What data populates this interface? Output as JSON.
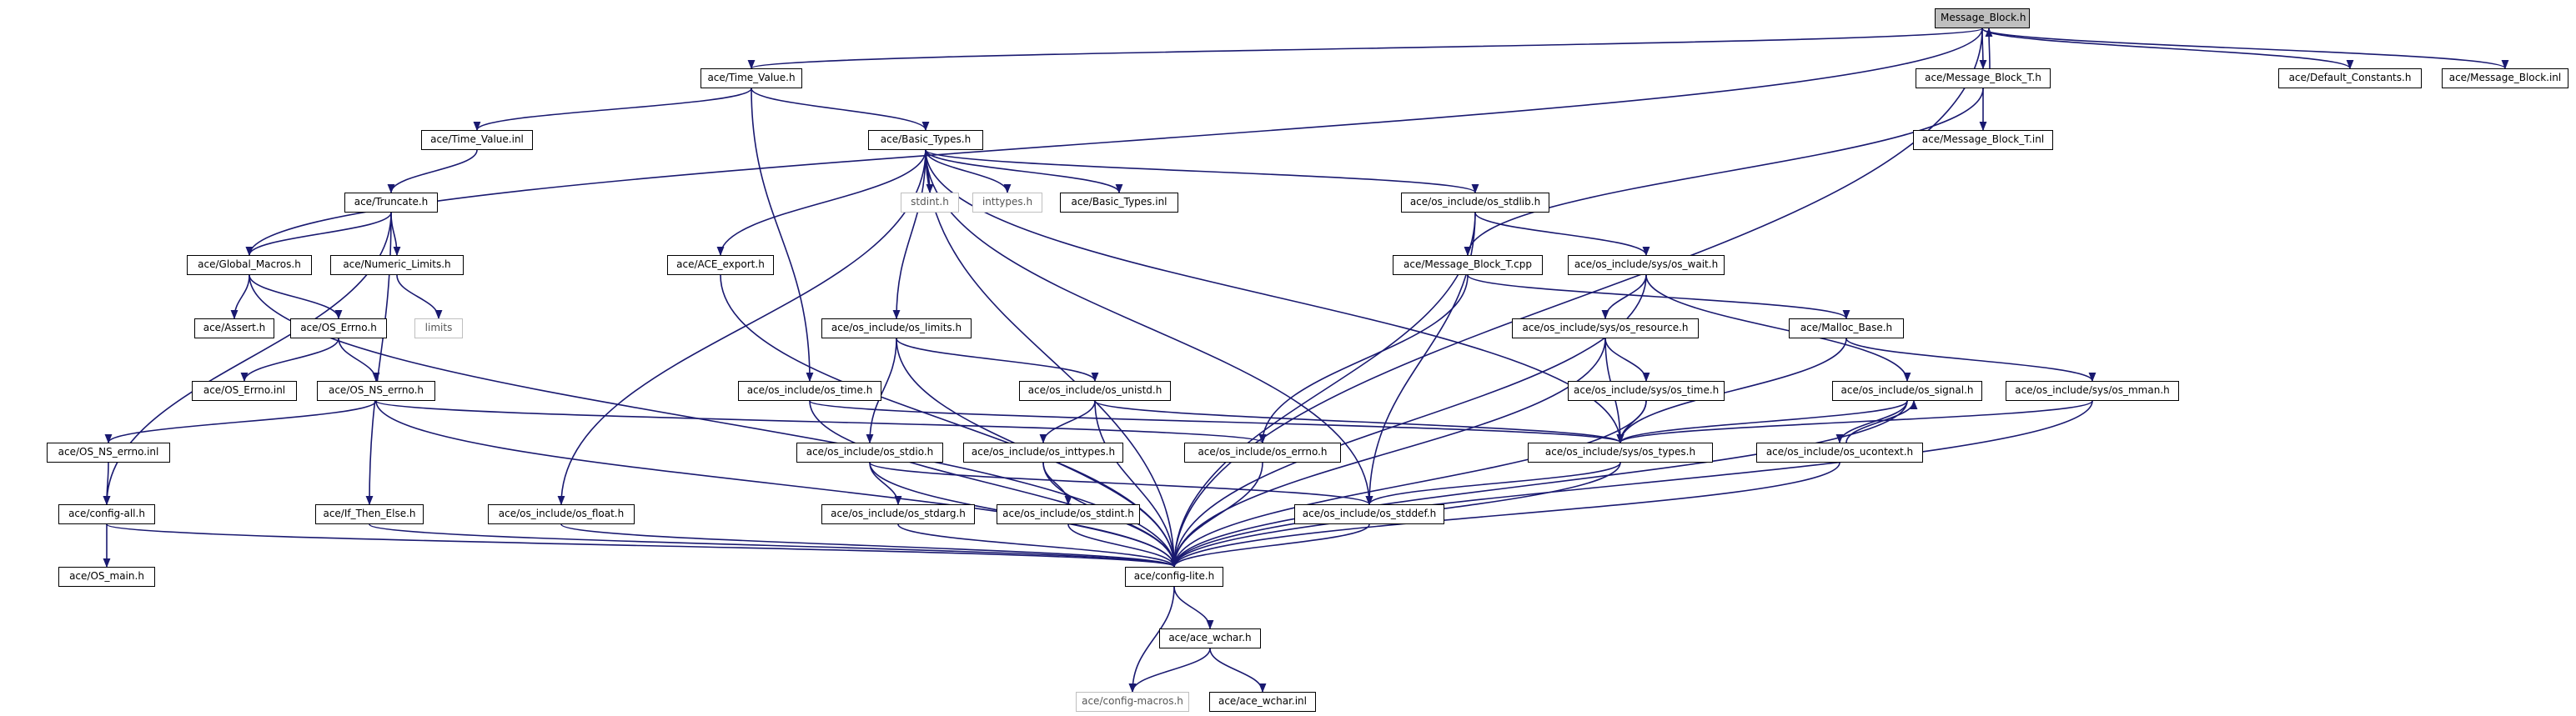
{
  "graph": {
    "root": "Message_Block.h",
    "nodes": [
      {
        "id": "message_block_h",
        "label": "Message_Block.h",
        "kind": "root"
      },
      {
        "id": "time_value_h",
        "label": "ace/Time_Value.h",
        "kind": "file"
      },
      {
        "id": "message_block_t_h",
        "label": "ace/Message_Block_T.h",
        "kind": "file"
      },
      {
        "id": "default_constants_h",
        "label": "ace/Default_Constants.h",
        "kind": "file"
      },
      {
        "id": "message_block_inl",
        "label": "ace/Message_Block.inl",
        "kind": "file"
      },
      {
        "id": "time_value_inl",
        "label": "ace/Time_Value.inl",
        "kind": "file"
      },
      {
        "id": "basic_types_h",
        "label": "ace/Basic_Types.h",
        "kind": "file"
      },
      {
        "id": "message_block_t_inl",
        "label": "ace/Message_Block_T.inl",
        "kind": "file"
      },
      {
        "id": "truncate_h",
        "label": "ace/Truncate.h",
        "kind": "file"
      },
      {
        "id": "stdint_h",
        "label": "stdint.h",
        "kind": "missing"
      },
      {
        "id": "inttypes_h",
        "label": "inttypes.h",
        "kind": "missing"
      },
      {
        "id": "basic_types_inl",
        "label": "ace/Basic_Types.inl",
        "kind": "file"
      },
      {
        "id": "os_stdlib_h",
        "label": "ace/os_include/os_stdlib.h",
        "kind": "file"
      },
      {
        "id": "global_macros_h",
        "label": "ace/Global_Macros.h",
        "kind": "file"
      },
      {
        "id": "numeric_limits_h",
        "label": "ace/Numeric_Limits.h",
        "kind": "file"
      },
      {
        "id": "ace_export_h",
        "label": "ace/ACE_export.h",
        "kind": "file"
      },
      {
        "id": "message_block_t_cpp",
        "label": "ace/Message_Block_T.cpp",
        "kind": "file"
      },
      {
        "id": "os_wait_h",
        "label": "ace/os_include/sys/os_wait.h",
        "kind": "file"
      },
      {
        "id": "assert_h",
        "label": "ace/Assert.h",
        "kind": "file"
      },
      {
        "id": "os_errno_h_ace",
        "label": "ace/OS_Errno.h",
        "kind": "file"
      },
      {
        "id": "limits",
        "label": "limits",
        "kind": "missing"
      },
      {
        "id": "os_limits_h",
        "label": "ace/os_include/os_limits.h",
        "kind": "file"
      },
      {
        "id": "os_resource_h",
        "label": "ace/os_include/sys/os_resource.h",
        "kind": "file"
      },
      {
        "id": "malloc_base_h",
        "label": "ace/Malloc_Base.h",
        "kind": "file"
      },
      {
        "id": "os_errno_inl",
        "label": "ace/OS_Errno.inl",
        "kind": "file"
      },
      {
        "id": "os_ns_errno_h",
        "label": "ace/OS_NS_errno.h",
        "kind": "file"
      },
      {
        "id": "os_time_h",
        "label": "ace/os_include/os_time.h",
        "kind": "file"
      },
      {
        "id": "os_unistd_h",
        "label": "ace/os_include/os_unistd.h",
        "kind": "file"
      },
      {
        "id": "sys_os_time_h",
        "label": "ace/os_include/sys/os_time.h",
        "kind": "file"
      },
      {
        "id": "os_signal_h",
        "label": "ace/os_include/os_signal.h",
        "kind": "file"
      },
      {
        "id": "os_mman_h",
        "label": "ace/os_include/sys/os_mman.h",
        "kind": "file"
      },
      {
        "id": "os_ns_errno_inl",
        "label": "ace/OS_NS_errno.inl",
        "kind": "file"
      },
      {
        "id": "os_stdio_h",
        "label": "ace/os_include/os_stdio.h",
        "kind": "file"
      },
      {
        "id": "os_inttypes_h",
        "label": "ace/os_include/os_inttypes.h",
        "kind": "file"
      },
      {
        "id": "os_errno_h",
        "label": "ace/os_include/os_errno.h",
        "kind": "file"
      },
      {
        "id": "os_types_h",
        "label": "ace/os_include/sys/os_types.h",
        "kind": "file"
      },
      {
        "id": "os_ucontext_h",
        "label": "ace/os_include/os_ucontext.h",
        "kind": "file"
      },
      {
        "id": "config_all_h",
        "label": "ace/config-all.h",
        "kind": "file"
      },
      {
        "id": "if_then_else_h",
        "label": "ace/If_Then_Else.h",
        "kind": "file"
      },
      {
        "id": "os_float_h",
        "label": "ace/os_include/os_float.h",
        "kind": "file"
      },
      {
        "id": "os_stdarg_h",
        "label": "ace/os_include/os_stdarg.h",
        "kind": "file"
      },
      {
        "id": "os_stdint_h",
        "label": "ace/os_include/os_stdint.h",
        "kind": "file"
      },
      {
        "id": "os_stddef_h",
        "label": "ace/os_include/os_stddef.h",
        "kind": "file"
      },
      {
        "id": "os_main_h",
        "label": "ace/OS_main.h",
        "kind": "file"
      },
      {
        "id": "config_lite_h",
        "label": "ace/config-lite.h",
        "kind": "file"
      },
      {
        "id": "ace_wchar_h",
        "label": "ace/ace_wchar.h",
        "kind": "file"
      },
      {
        "id": "config_macros_h",
        "label": "ace/config-macros.h",
        "kind": "missing"
      },
      {
        "id": "ace_wchar_inl",
        "label": "ace/ace_wchar.inl",
        "kind": "file"
      }
    ],
    "edges": [
      [
        "message_block_h",
        "time_value_h"
      ],
      [
        "message_block_h",
        "message_block_t_h"
      ],
      [
        "message_block_h",
        "default_constants_h"
      ],
      [
        "message_block_h",
        "message_block_inl"
      ],
      [
        "message_block_h",
        "global_macros_h"
      ],
      [
        "message_block_h",
        "config_lite_h"
      ],
      [
        "message_block_t_h",
        "message_block_h"
      ],
      [
        "message_block_t_h",
        "message_block_t_inl"
      ],
      [
        "message_block_t_h",
        "message_block_t_cpp"
      ],
      [
        "time_value_h",
        "time_value_inl"
      ],
      [
        "time_value_h",
        "basic_types_h"
      ],
      [
        "time_value_h",
        "os_time_h"
      ],
      [
        "time_value_inl",
        "truncate_h"
      ],
      [
        "truncate_h",
        "global_macros_h"
      ],
      [
        "truncate_h",
        "numeric_limits_h"
      ],
      [
        "truncate_h",
        "if_then_else_h"
      ],
      [
        "truncate_h",
        "config_all_h"
      ],
      [
        "basic_types_h",
        "stdint_h"
      ],
      [
        "basic_types_h",
        "inttypes_h"
      ],
      [
        "basic_types_h",
        "basic_types_inl"
      ],
      [
        "basic_types_h",
        "os_stdlib_h"
      ],
      [
        "basic_types_h",
        "ace_export_h"
      ],
      [
        "basic_types_h",
        "os_limits_h"
      ],
      [
        "basic_types_h",
        "os_float_h"
      ],
      [
        "basic_types_h",
        "os_stddef_h"
      ],
      [
        "basic_types_h",
        "os_types_h"
      ],
      [
        "basic_types_h",
        "config_lite_h"
      ],
      [
        "numeric_limits_h",
        "limits"
      ],
      [
        "global_macros_h",
        "assert_h"
      ],
      [
        "global_macros_h",
        "os_errno_h_ace"
      ],
      [
        "global_macros_h",
        "config_lite_h"
      ],
      [
        "os_errno_h_ace",
        "os_errno_inl"
      ],
      [
        "os_errno_h_ace",
        "os_ns_errno_h"
      ],
      [
        "os_ns_errno_h",
        "os_ns_errno_inl"
      ],
      [
        "os_ns_errno_h",
        "os_errno_h"
      ],
      [
        "os_ns_errno_h",
        "config_lite_h"
      ],
      [
        "os_ns_errno_inl",
        "config_all_h"
      ],
      [
        "config_all_h",
        "os_main_h"
      ],
      [
        "config_all_h",
        "config_lite_h"
      ],
      [
        "if_then_else_h",
        "config_lite_h"
      ],
      [
        "ace_export_h",
        "config_lite_h"
      ],
      [
        "os_stdlib_h",
        "os_wait_h"
      ],
      [
        "os_stdlib_h",
        "os_stddef_h"
      ],
      [
        "os_stdlib_h",
        "config_lite_h"
      ],
      [
        "message_block_t_cpp",
        "malloc_base_h"
      ],
      [
        "message_block_t_cpp",
        "os_errno_h"
      ],
      [
        "os_wait_h",
        "os_resource_h"
      ],
      [
        "os_wait_h",
        "os_signal_h"
      ],
      [
        "os_wait_h",
        "config_lite_h"
      ],
      [
        "os_resource_h",
        "sys_os_time_h"
      ],
      [
        "os_resource_h",
        "os_types_h"
      ],
      [
        "os_resource_h",
        "config_lite_h"
      ],
      [
        "sys_os_time_h",
        "os_types_h"
      ],
      [
        "sys_os_time_h",
        "config_lite_h"
      ],
      [
        "malloc_base_h",
        "os_mman_h"
      ],
      [
        "malloc_base_h",
        "os_types_h"
      ],
      [
        "os_mman_h",
        "os_types_h"
      ],
      [
        "os_mman_h",
        "config_lite_h"
      ],
      [
        "os_signal_h",
        "os_types_h"
      ],
      [
        "os_signal_h",
        "os_ucontext_h"
      ],
      [
        "os_signal_h",
        "config_lite_h"
      ],
      [
        "os_ucontext_h",
        "os_signal_h"
      ],
      [
        "os_ucontext_h",
        "config_lite_h"
      ],
      [
        "os_limits_h",
        "os_unistd_h"
      ],
      [
        "os_limits_h",
        "os_stdio_h"
      ],
      [
        "os_limits_h",
        "config_lite_h"
      ],
      [
        "os_unistd_h",
        "os_inttypes_h"
      ],
      [
        "os_unistd_h",
        "os_types_h"
      ],
      [
        "os_unistd_h",
        "config_lite_h"
      ],
      [
        "os_time_h",
        "os_types_h"
      ],
      [
        "os_time_h",
        "config_lite_h"
      ],
      [
        "os_stdio_h",
        "os_stdarg_h"
      ],
      [
        "os_stdio_h",
        "os_stddef_h"
      ],
      [
        "os_stdio_h",
        "config_lite_h"
      ],
      [
        "os_inttypes_h",
        "os_stdint_h"
      ],
      [
        "os_inttypes_h",
        "config_lite_h"
      ],
      [
        "os_stdint_h",
        "config_lite_h"
      ],
      [
        "os_stdarg_h",
        "config_lite_h"
      ],
      [
        "os_errno_h",
        "config_lite_h"
      ],
      [
        "os_types_h",
        "os_stddef_h"
      ],
      [
        "os_types_h",
        "config_lite_h"
      ],
      [
        "os_stddef_h",
        "config_lite_h"
      ],
      [
        "os_float_h",
        "config_lite_h"
      ],
      [
        "config_lite_h",
        "ace_wchar_h"
      ],
      [
        "config_lite_h",
        "config_macros_h"
      ],
      [
        "ace_wchar_h",
        "config_macros_h"
      ],
      [
        "ace_wchar_h",
        "ace_wchar_inl"
      ]
    ]
  }
}
